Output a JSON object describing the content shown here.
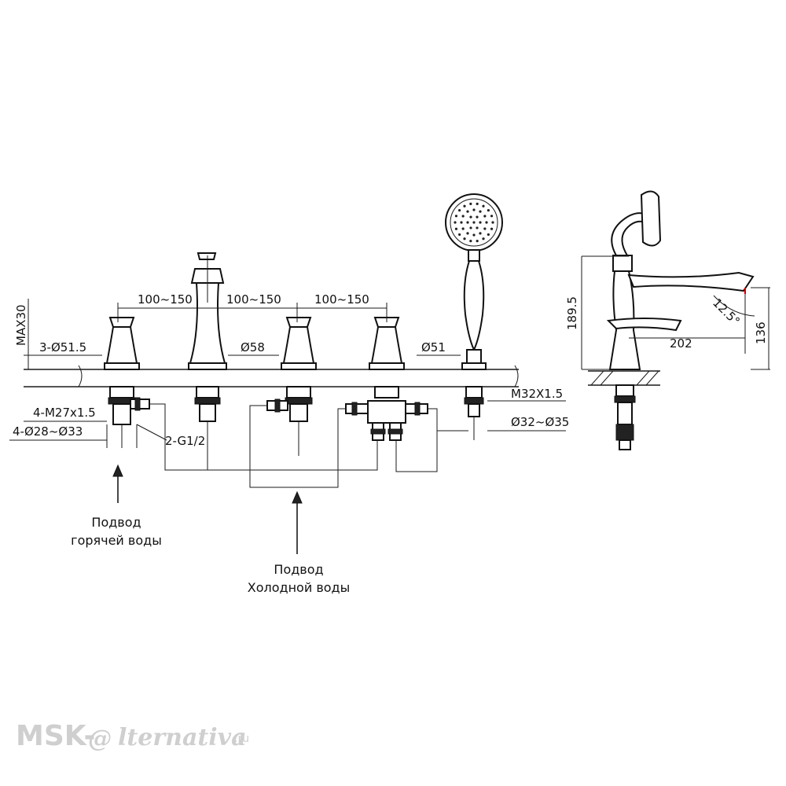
{
  "dimensions": {
    "spacing_1": "100~150",
    "spacing_2": "100~150",
    "spacing_3": "100~150",
    "max_thickness": "MAX30",
    "handle_holes": "3-Ø51.5",
    "spout_dia": "Ø58",
    "shower_dia": "Ø51",
    "shank_thread": "4-M27x1.5",
    "hole_range": "4-Ø28~Ø33",
    "inlet_thread": "2-G1/2",
    "shower_thread": "M32X1.5",
    "shower_hole_range": "Ø32~Ø35",
    "side_height": "189.5",
    "side_reach": "202",
    "side_outlet_height": "136",
    "side_angle": "12.5°"
  },
  "labels": {
    "hot_line1": "Подвод",
    "hot_line2": "горячей воды",
    "cold_line1": "Подвод",
    "cold_line2": "Холодной воды"
  },
  "watermark": {
    "brand_left": "MSK-",
    "brand_at": "@",
    "brand_right": "lternativa",
    "brand_domain": ".ru"
  }
}
